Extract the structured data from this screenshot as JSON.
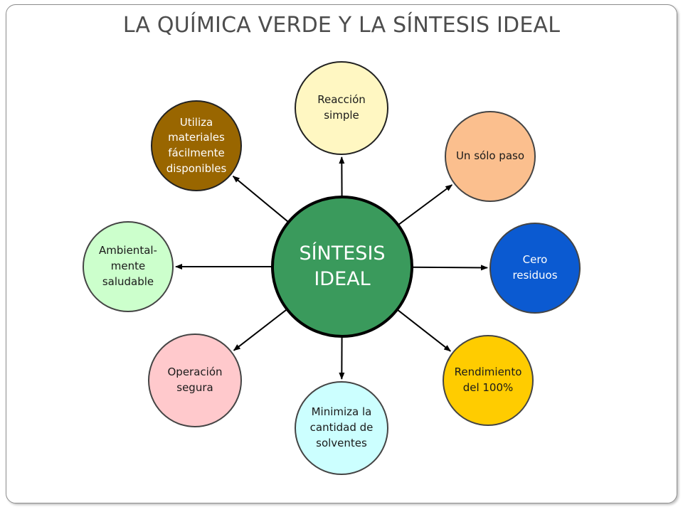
{
  "title": "LA QUÍMICA VERDE Y LA SÍNTESIS IDEAL",
  "center": {
    "label": "SÍNTESIS\nIDEAL",
    "color": "#3a9a5c"
  },
  "nodes": [
    {
      "id": "reaccion-simple",
      "label": "Reacción\nsimple",
      "color": "#fff7c2",
      "text_color": "#1a1a1a"
    },
    {
      "id": "un-solo-paso",
      "label": "Un sólo paso",
      "color": "#fbbf8e",
      "text_color": "#1a1a1a"
    },
    {
      "id": "cero-residuos",
      "label": "Cero\nresiduos",
      "color": "#0b5ad1",
      "text_color": "#ffffff"
    },
    {
      "id": "rendimiento",
      "label": "Rendimiento\ndel 100%",
      "color": "#ffcc00",
      "text_color": "#1a1a1a"
    },
    {
      "id": "minimiza-solventes",
      "label": "Minimiza la\ncantidad de\nsolventes",
      "color": "#ccffff",
      "text_color": "#1a1a1a"
    },
    {
      "id": "operacion-segura",
      "label": "Operación\nsegura",
      "color": "#ffc9cc",
      "text_color": "#1a1a1a"
    },
    {
      "id": "ambientalmente-saludable",
      "label": "Ambiental-\nmente\nsaludable",
      "color": "#ccffcc",
      "text_color": "#1a1a1a"
    },
    {
      "id": "materiales-disponibles",
      "label": "Utiliza\nmateriales\nfácilmente\ndisponibles",
      "color": "#996600",
      "text_color": "#ffffff"
    }
  ]
}
